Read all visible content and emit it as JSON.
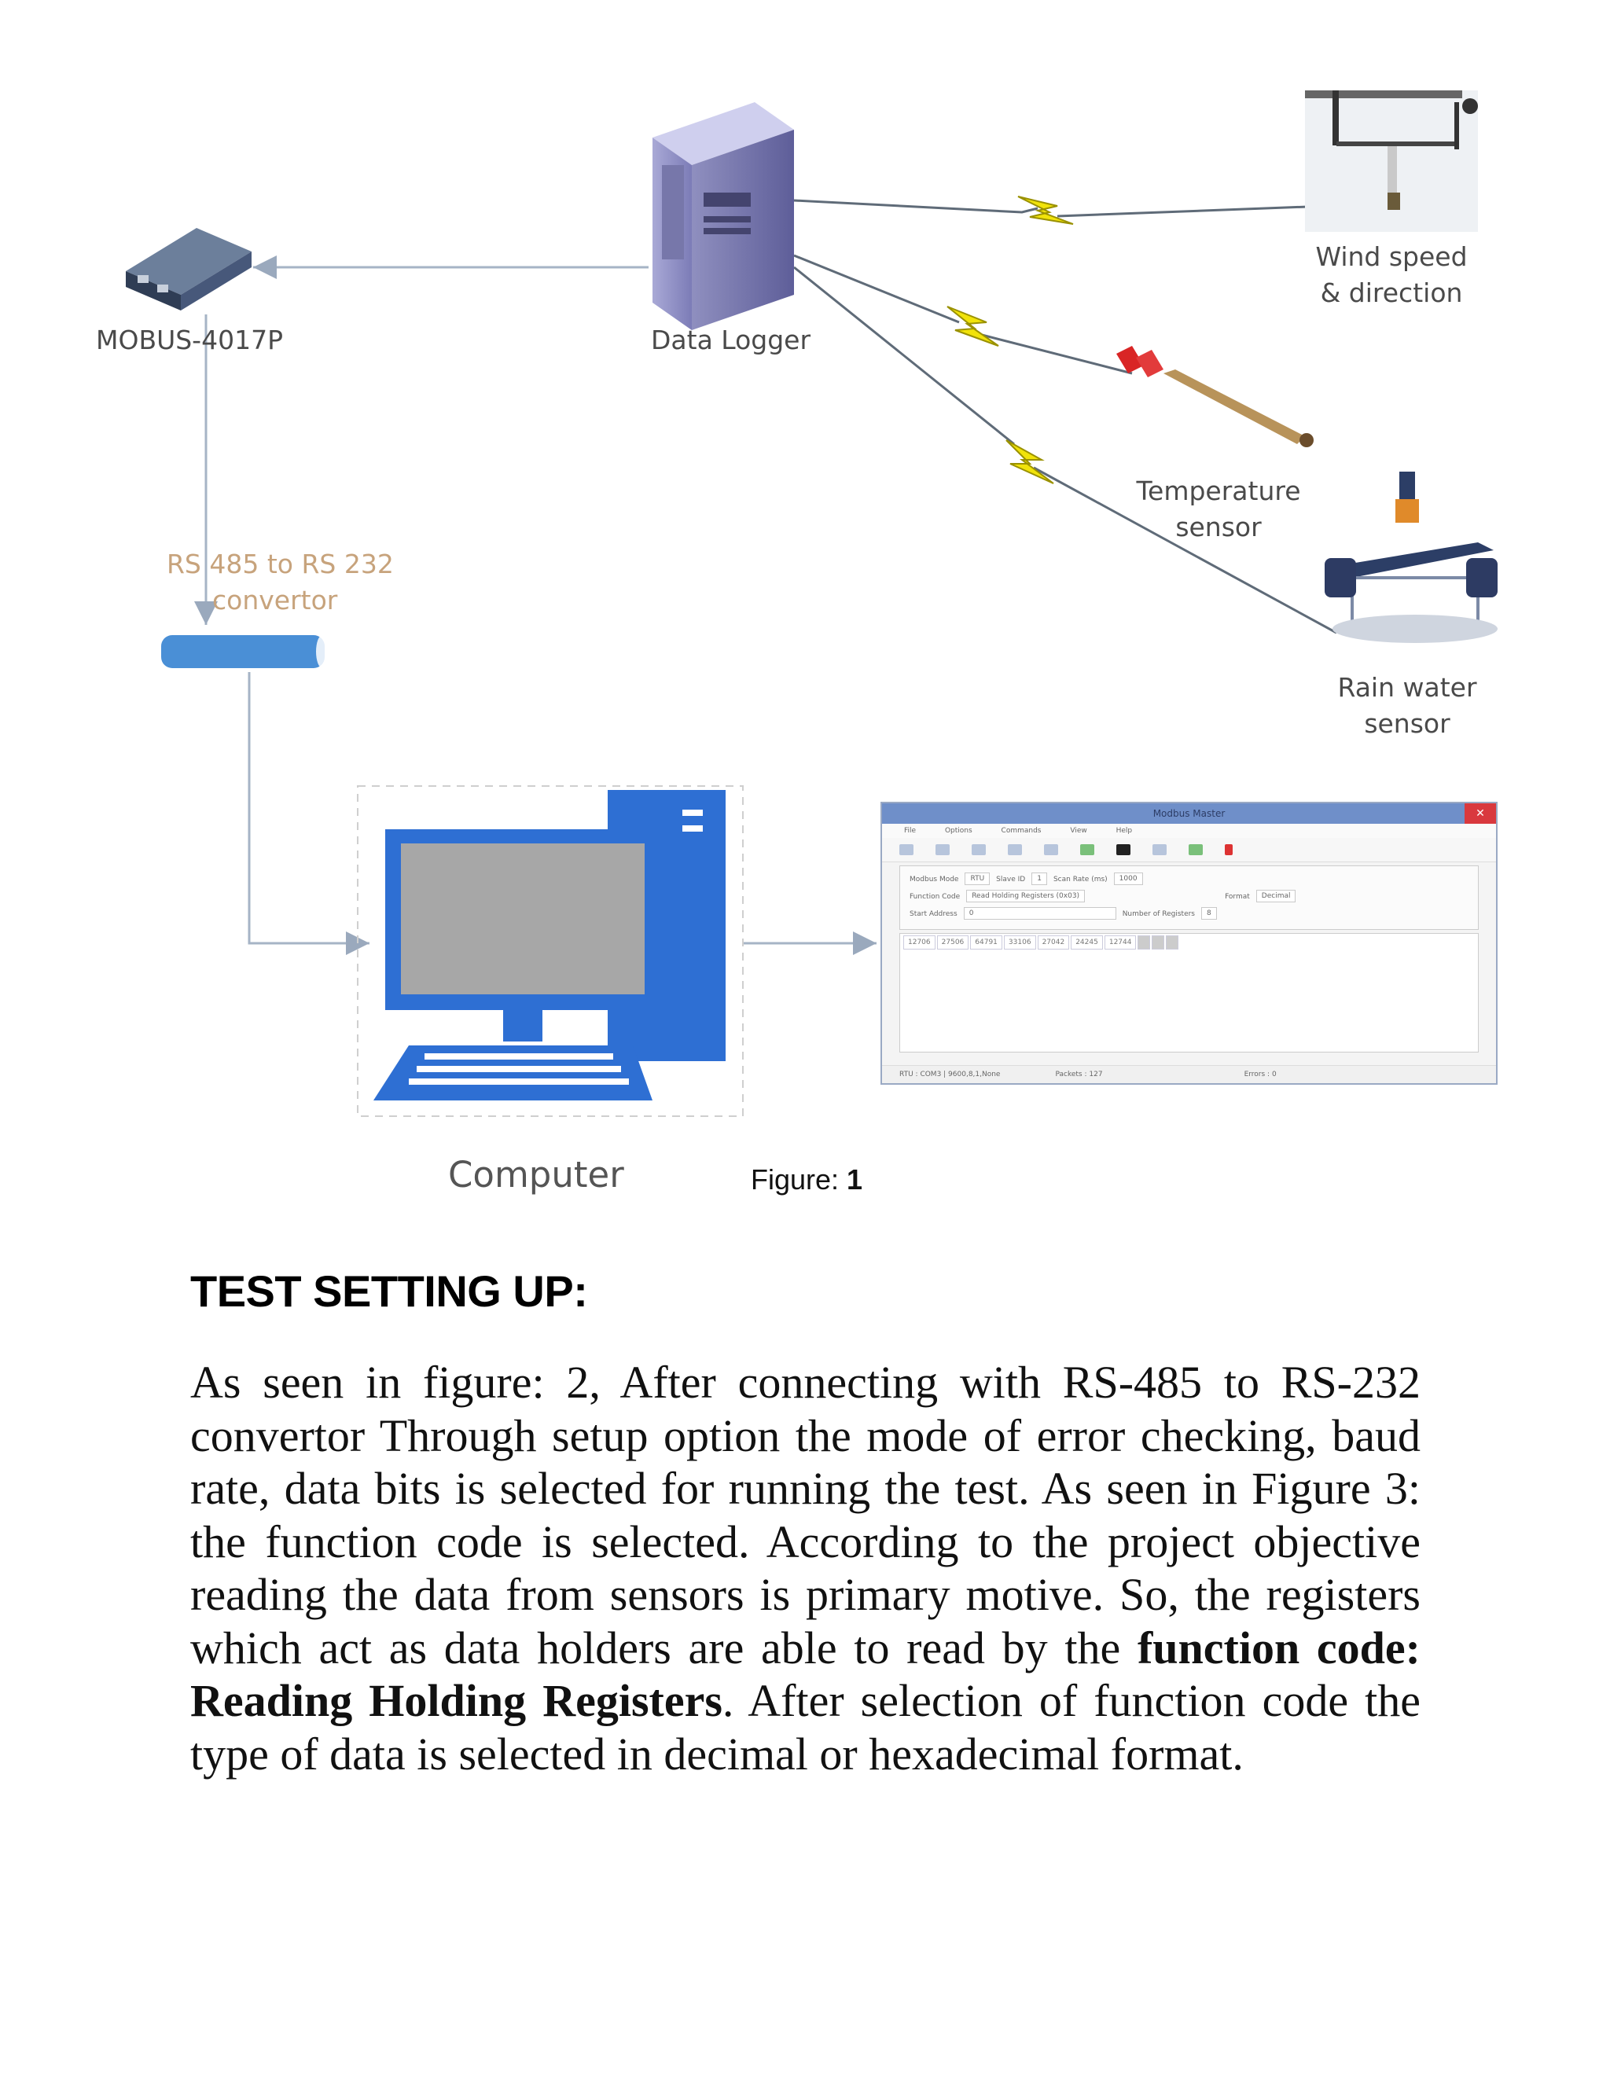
{
  "labels": {
    "mobus": "MOBUS-4017P",
    "data_logger": "Data Logger",
    "wind_line1": "Wind speed",
    "wind_line2": "& direction",
    "temp_line1": "Temperature",
    "temp_line2": "sensor",
    "rain_line1": "Rain water",
    "rain_line2": "sensor",
    "convertor_line1": "RS 485 to RS 232",
    "convertor_line2": "convertor",
    "computer": "Computer"
  },
  "figure_caption": {
    "prefix": "Figure: ",
    "number": "1"
  },
  "modbus_window": {
    "title": "Modbus Master",
    "close_glyph": "✕",
    "menu": [
      "File",
      "Options",
      "Commands",
      "View",
      "Help"
    ],
    "settings": {
      "modbus_mode_label": "Modbus Mode",
      "modbus_mode_value": "RTU",
      "slave_id_label": "Slave ID",
      "slave_id_value": "1",
      "scan_rate_label": "Scan Rate (ms)",
      "scan_rate_value": "1000",
      "function_code_label": "Function Code",
      "function_code_value": "Read Holding Registers (0x03)",
      "format_label": "Format",
      "format_value": "Decimal",
      "start_address_label": "Start Address",
      "start_address_value": "0",
      "num_registers_label": "Number of Registers",
      "num_registers_value": "8"
    },
    "registers": [
      "12706",
      "27506",
      "64791",
      "33106",
      "27042",
      "24245",
      "12744"
    ],
    "status": {
      "port": "RTU : COM3 | 9600,8,1,None",
      "packets": "Packets : 127",
      "errors": "Errors : 0"
    }
  },
  "section": {
    "heading": "TEST SETTING UP:",
    "para_1": "As seen in figure: 2, After connecting with RS-485 to RS-232 convertor Through setup option the mode of error checking, baud rate, data bits is selected for running the test. As seen in Figure 3: the function code is selected. According to the project objective reading the data from sensors is primary motive. So, the registers which act as data holders are able to read by the ",
    "para_bold_1": "function code: Reading Holding Registers",
    "para_2": ". After selection of function code the type of data is selected in decimal or hexadecimal format."
  },
  "colors": {
    "connector": "#a6b4c6",
    "lightning": "#f1e30a",
    "computer_blue": "#2e6fd3",
    "screen_gray": "#a7a7a7",
    "convertor_blue": "#4a8fd6"
  }
}
